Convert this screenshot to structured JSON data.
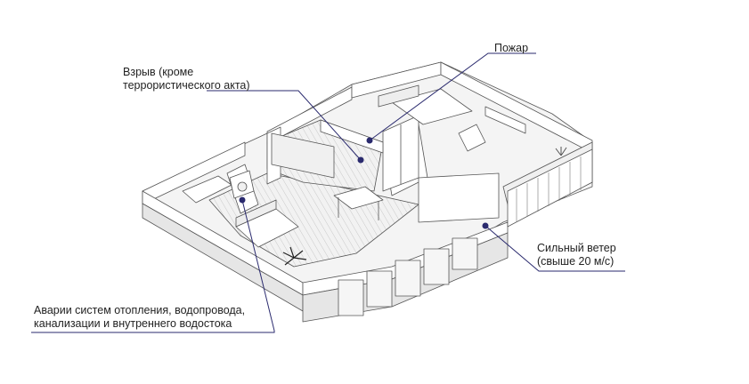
{
  "labels": {
    "fire": {
      "text": "Пожар"
    },
    "explosion": {
      "line1": "Взрыв (кроме",
      "line2": "террористического акта)"
    },
    "wind": {
      "line1": "Сильный ветер",
      "line2": "(свыше 20 м/с)"
    },
    "utilities": {
      "line1": "Аварии систем отопления, водопровода,",
      "line2": "канализации и внутреннего водостока"
    }
  },
  "colors": {
    "leader": "#2a2a6e",
    "wall_top": "#ffffff",
    "wall_side": "#e6e6e6",
    "stroke": "#555555",
    "floor": "#ececec",
    "text": "#222222"
  }
}
